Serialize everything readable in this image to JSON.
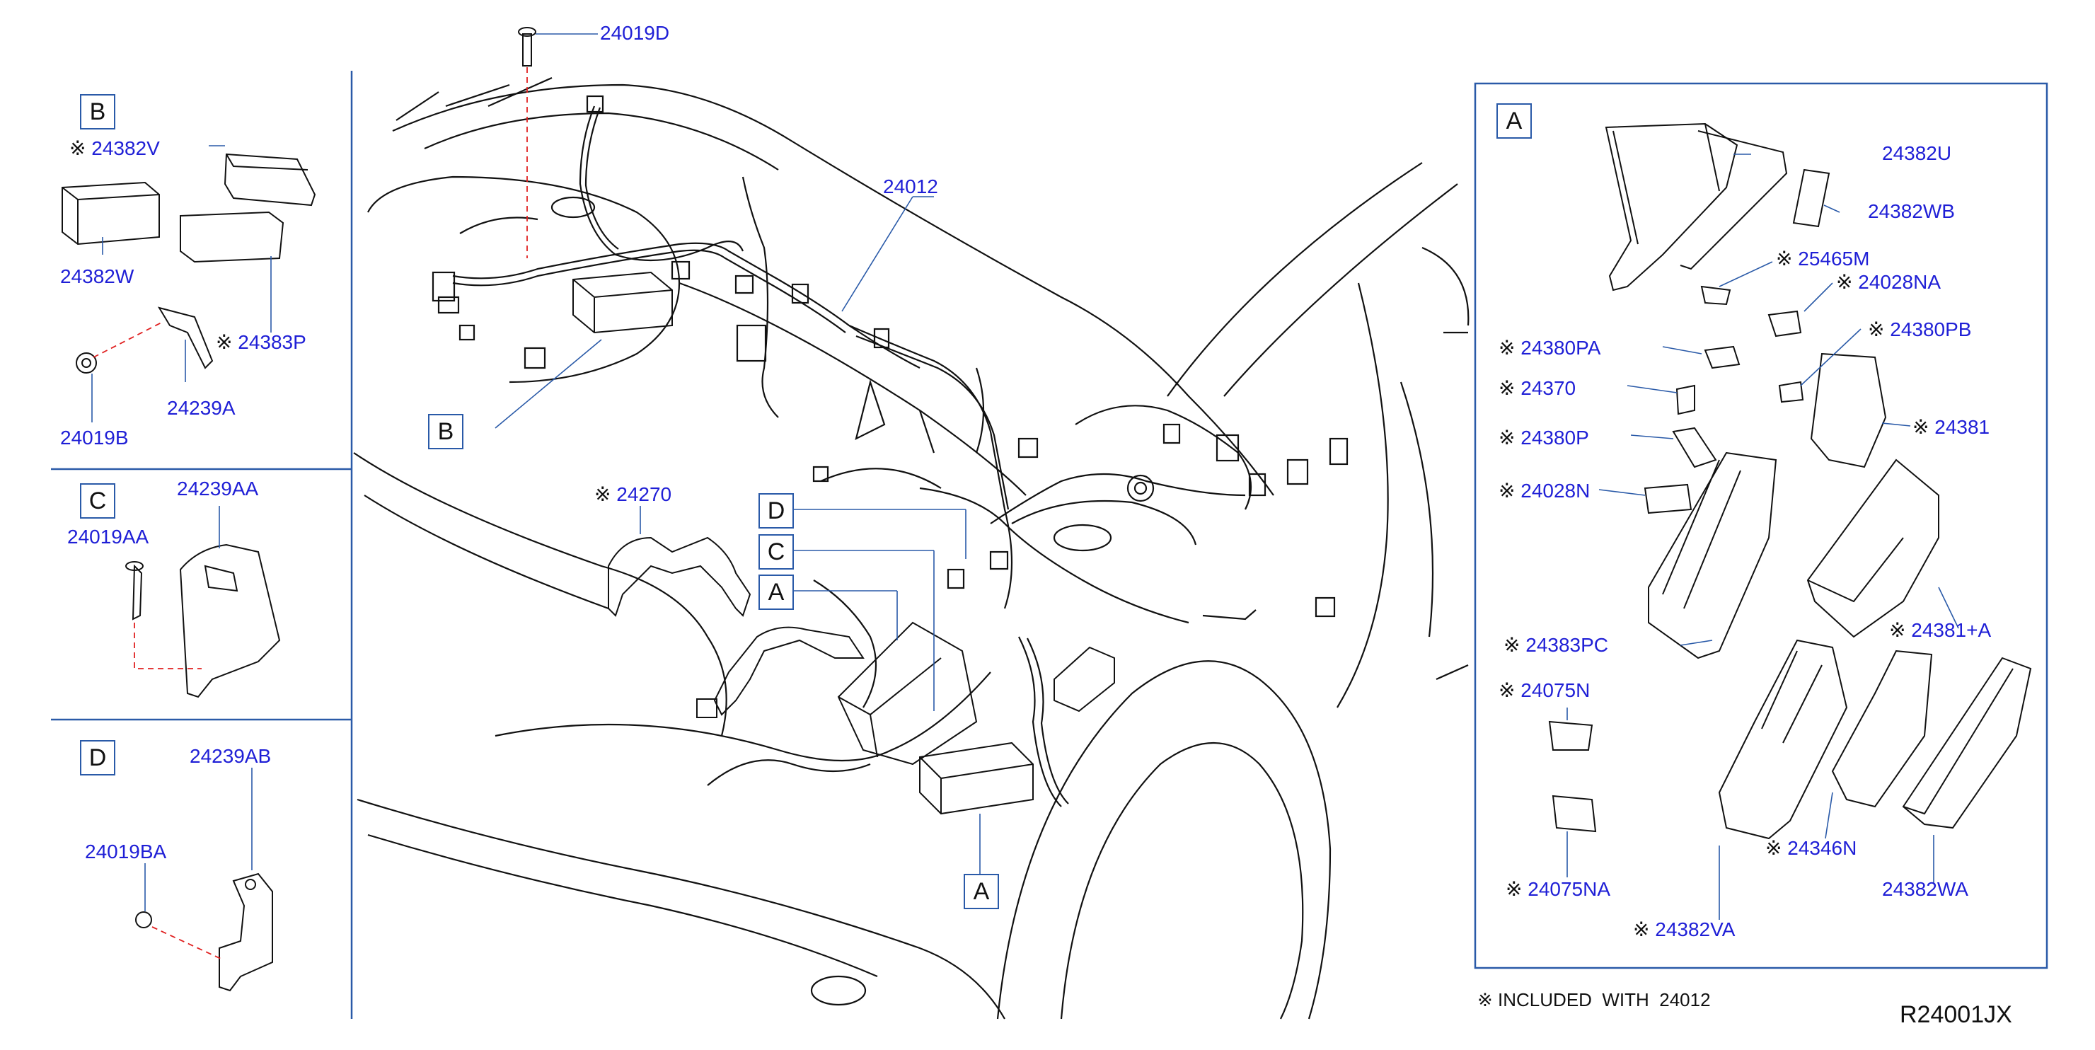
{
  "colors": {
    "callout_text": "#1f1fd6",
    "line": "#111111",
    "leader": "#2a5aa8",
    "dashed": "#e02020"
  },
  "footnote": {
    "mark": "※",
    "text": "INCLUDED  WITH  24012"
  },
  "diagram_code": "R24001JX",
  "section_b": {
    "tag": "B",
    "parts": [
      {
        "mark": "※",
        "num": "24382V"
      },
      {
        "mark": "",
        "num": "24382W"
      },
      {
        "mark": "※",
        "num": "24383P"
      },
      {
        "mark": "",
        "num": "24239A"
      },
      {
        "mark": "",
        "num": "24019B"
      }
    ]
  },
  "section_c": {
    "tag": "C",
    "parts": [
      {
        "mark": "",
        "num": "24239AA"
      },
      {
        "mark": "",
        "num": "24019AA"
      }
    ]
  },
  "section_d": {
    "tag": "D",
    "parts": [
      {
        "mark": "",
        "num": "24239AB"
      },
      {
        "mark": "",
        "num": "24019BA"
      }
    ]
  },
  "main": {
    "parts": [
      {
        "mark": "",
        "num": "24019D"
      },
      {
        "mark": "",
        "num": "24012"
      },
      {
        "mark": "※",
        "num": "24270"
      }
    ],
    "tags": [
      "B",
      "D",
      "C",
      "A",
      "A"
    ]
  },
  "section_a": {
    "tag": "A",
    "parts": [
      {
        "mark": "",
        "num": "24382U"
      },
      {
        "mark": "",
        "num": "24382WB"
      },
      {
        "mark": "※",
        "num": "25465M"
      },
      {
        "mark": "※",
        "num": "24028NA"
      },
      {
        "mark": "※",
        "num": "24380PA"
      },
      {
        "mark": "※",
        "num": "24380PB"
      },
      {
        "mark": "※",
        "num": "24370"
      },
      {
        "mark": "※",
        "num": "24381"
      },
      {
        "mark": "※",
        "num": "24380P"
      },
      {
        "mark": "※",
        "num": "24028N"
      },
      {
        "mark": "※",
        "num": "24381+A"
      },
      {
        "mark": "※",
        "num": "24383PC"
      },
      {
        "mark": "※",
        "num": "24075N"
      },
      {
        "mark": "※",
        "num": "24346N"
      },
      {
        "mark": "※",
        "num": "24075NA"
      },
      {
        "mark": "",
        "num": "24382WA"
      },
      {
        "mark": "※",
        "num": "24382VA"
      }
    ]
  }
}
